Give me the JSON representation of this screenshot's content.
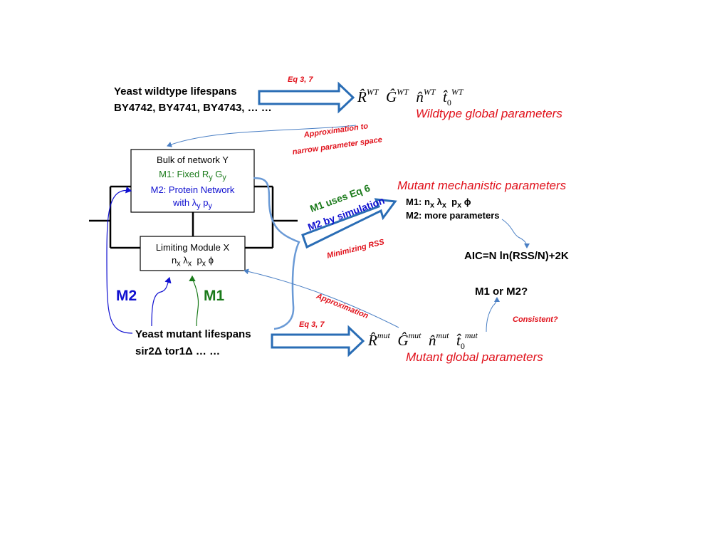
{
  "wildtype": {
    "title": "Yeast wildtype lifespans",
    "strains": "BY4742, BY4741, BY4743, … …",
    "arrow_label": "Eq 3, 7",
    "params_label": "Wildtype global parameters"
  },
  "approx_note": {
    "line1": "Approximation to",
    "line2": "narrow parameter space"
  },
  "bulk_box": {
    "title": "Bulk of network Y",
    "m1_prefix": "M1: Fixed R",
    "m1_mid": " G",
    "m1_sub": "y",
    "m2_line1": "M2: Protein Network",
    "m2_prefix": "with λ",
    "m2_mid": " p",
    "m2_sub": "y"
  },
  "limiting_box": {
    "title": "Limiting Module X",
    "n": "n",
    "lambda": "λ",
    "p": "p",
    "sub": "x",
    "phi": "ϕ"
  },
  "mechanistic": {
    "title": "Mutant mechanistic parameters",
    "m1_prefix": "M1: n",
    "m1_lambda": "λ",
    "m1_p": "p",
    "m1_phi": "ϕ",
    "sub": "x",
    "m2": "M2: more parameters"
  },
  "fit_arrow": {
    "m1": "M1 uses Eq 6",
    "m2": "M2 by simulation",
    "rss": "Minimizing RSS"
  },
  "aic": "AIC=N ln(RSS/N)+2K",
  "choice": "M1 or M2?",
  "consistent": "Consistent?",
  "approximation": "Approximation",
  "labels": {
    "m2": "M2",
    "m1": "M1"
  },
  "mutant": {
    "title": "Yeast mutant lifespans",
    "strains": "sir2Δ  tor1Δ  … …",
    "arrow_label": "Eq 3, 7",
    "params_label": "Mutant global parameters"
  },
  "math": {
    "R": "R̂",
    "G": "Ĝ",
    "n": "n̂",
    "t": "t̂",
    "t_sub": "0",
    "wt": "WT",
    "mut": "mut"
  },
  "colors": {
    "red": "#e0101a",
    "green": "#1a7a1a",
    "blue": "#1010d0",
    "arrow_blue": "#2a6db5",
    "connector_blue": "#5b8fd0"
  }
}
